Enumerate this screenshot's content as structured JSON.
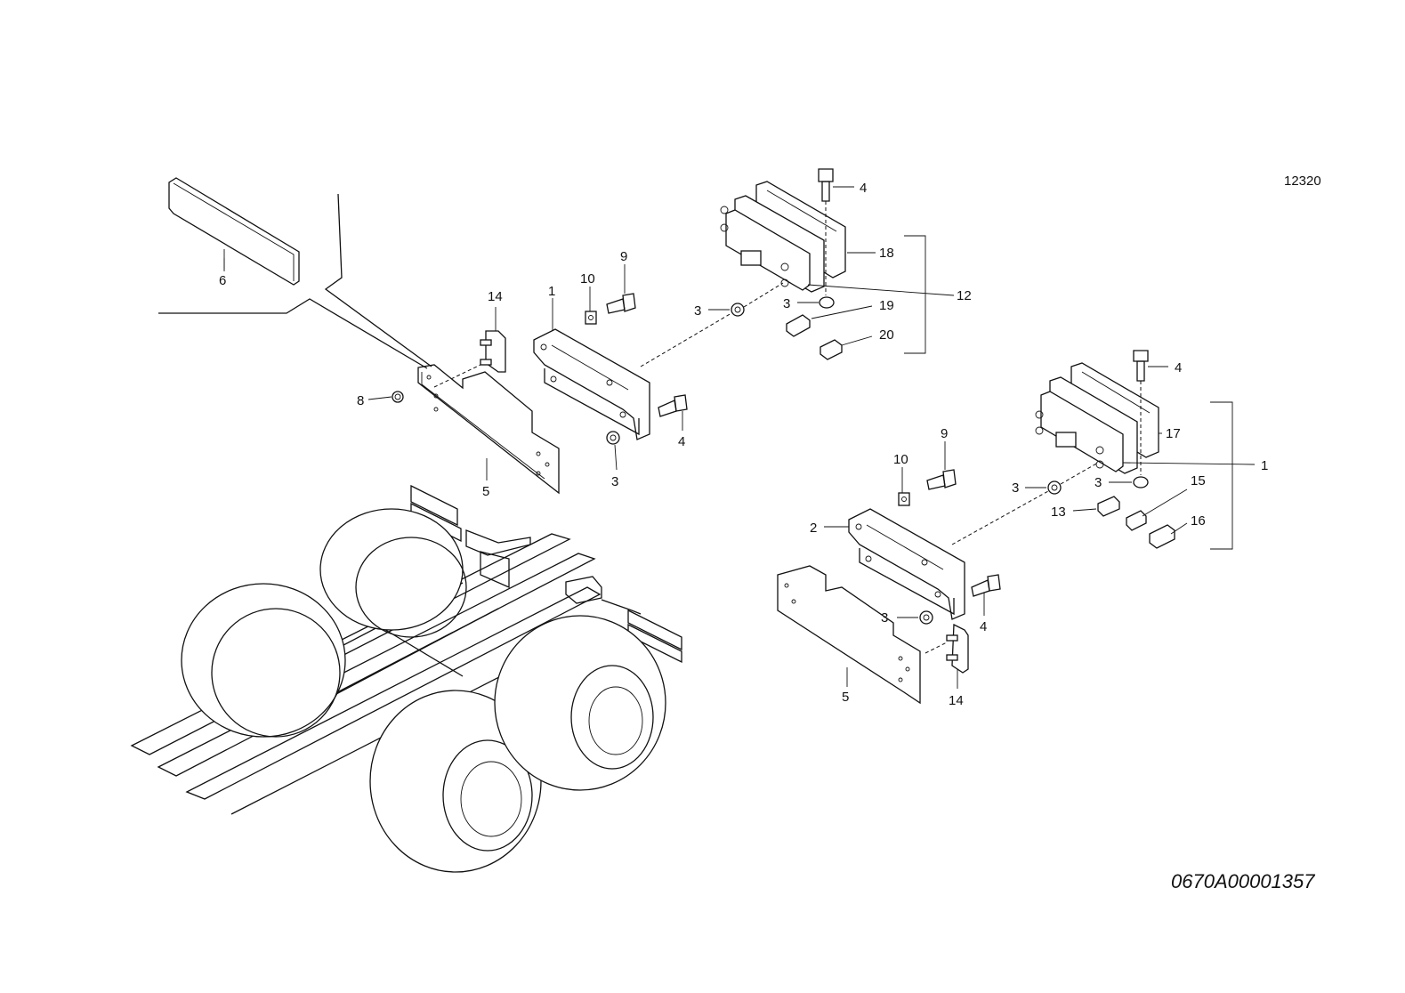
{
  "diagram": {
    "drawing_code": "12320",
    "document_number": "0670A00001357",
    "callouts": [
      {
        "id": "c6",
        "text": "6"
      },
      {
        "id": "c14a",
        "text": "14"
      },
      {
        "id": "c1a",
        "text": "1"
      },
      {
        "id": "c10a",
        "text": "10"
      },
      {
        "id": "c9a",
        "text": "9"
      },
      {
        "id": "c8",
        "text": "8"
      },
      {
        "id": "c5a",
        "text": "5"
      },
      {
        "id": "c3a",
        "text": "3"
      },
      {
        "id": "c4a",
        "text": "4"
      },
      {
        "id": "c3b",
        "text": "3"
      },
      {
        "id": "c4b",
        "text": "4"
      },
      {
        "id": "c18",
        "text": "18"
      },
      {
        "id": "c12",
        "text": "12"
      },
      {
        "id": "c3c",
        "text": "3"
      },
      {
        "id": "c19",
        "text": "19"
      },
      {
        "id": "c20",
        "text": "20"
      },
      {
        "id": "c4c",
        "text": "4"
      },
      {
        "id": "c17",
        "text": "17"
      },
      {
        "id": "c1b",
        "text": "1"
      },
      {
        "id": "c9b",
        "text": "9"
      },
      {
        "id": "c10b",
        "text": "10"
      },
      {
        "id": "c3d",
        "text": "3"
      },
      {
        "id": "c3e",
        "text": "3"
      },
      {
        "id": "c15",
        "text": "15"
      },
      {
        "id": "c13",
        "text": "13"
      },
      {
        "id": "c16",
        "text": "16"
      },
      {
        "id": "c2",
        "text": "2"
      },
      {
        "id": "c3f",
        "text": "3"
      },
      {
        "id": "c4d",
        "text": "4"
      },
      {
        "id": "c5b",
        "text": "5"
      },
      {
        "id": "c14b",
        "text": "14"
      }
    ]
  }
}
